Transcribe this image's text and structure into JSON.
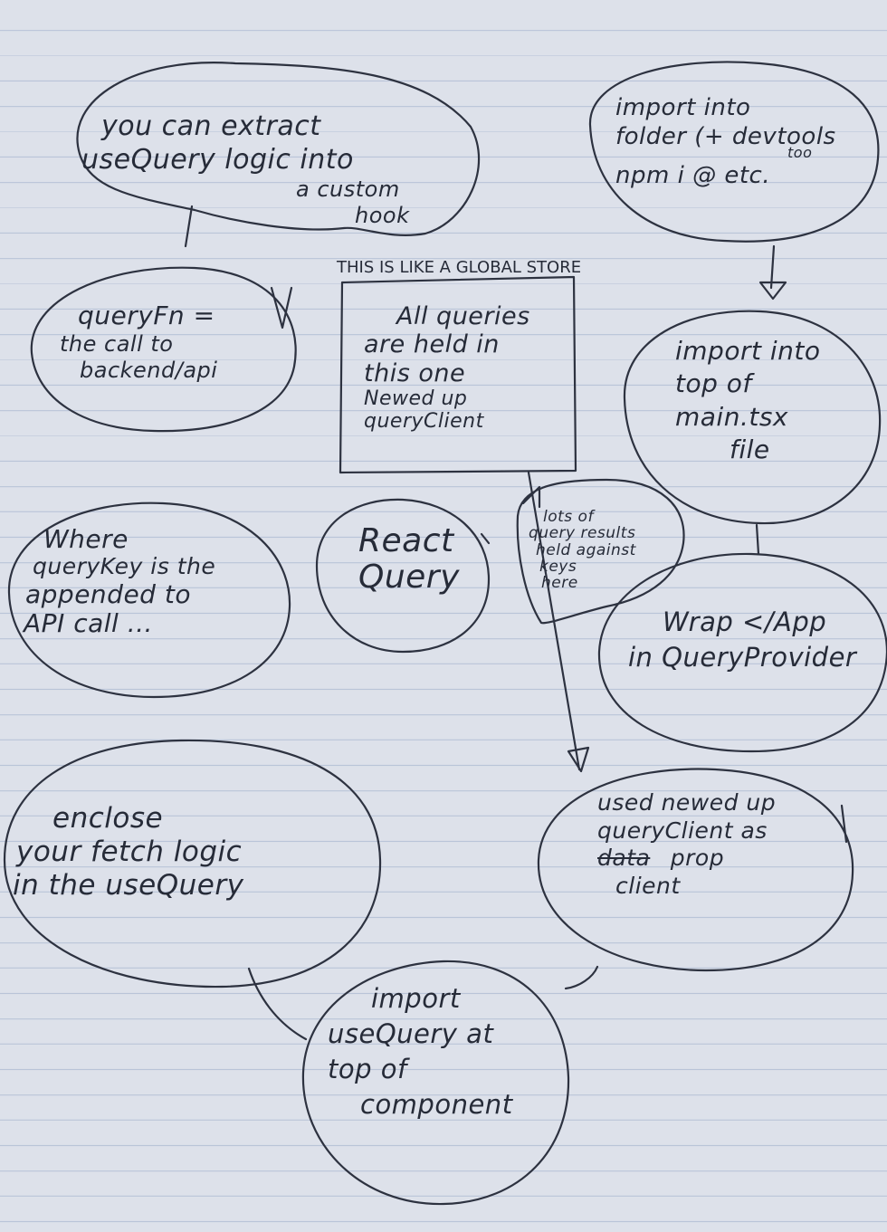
{
  "notes": {
    "extract": {
      "line1": "you can extract",
      "line2": "useQuery logic into",
      "line3": "a custom",
      "line4": "hook"
    },
    "import_folder": {
      "line1": "import into",
      "line2": "folder (+ devtools",
      "line2b": "too",
      "line3": "npm i @ etc."
    },
    "global_store": {
      "label": "THIS IS LIKE A GLOBAL STORE"
    },
    "queryclient_box": {
      "line1": "All queries",
      "line2": "are held in",
      "line3": "this one",
      "line4": "Newed up",
      "line5": "queryClient"
    },
    "queryfn": {
      "line1": "queryFn =",
      "line2": "the call to",
      "line3": "backend/api"
    },
    "import_top": {
      "line1": "import into",
      "line2": "top of",
      "line3": "main.tsx",
      "line4": "file"
    },
    "lots_of": {
      "line1": "lots of",
      "line2": "query results",
      "line3": "held against",
      "line4": "keys",
      "line5": "here"
    },
    "where_querykey": {
      "line1": "Where",
      "line2": "queryKey is the",
      "line3": "appended to",
      "line4": "API call ..."
    },
    "react_query": {
      "line1": "React",
      "line2": "Query"
    },
    "wrap_app": {
      "line1": "Wrap </App",
      "line2": "in QueryProvider"
    },
    "enclose": {
      "line1": "enclose",
      "line2": "your fetch logic",
      "line3": "in the useQuery"
    },
    "used_newed": {
      "line1": "used newed up",
      "line2": "queryClient as",
      "line3_struck": "data",
      "line3": "prop",
      "line4": "client"
    },
    "import_usequery": {
      "line1": "import",
      "line2": "useQuery at",
      "line3": "top of",
      "line4": "component"
    }
  }
}
